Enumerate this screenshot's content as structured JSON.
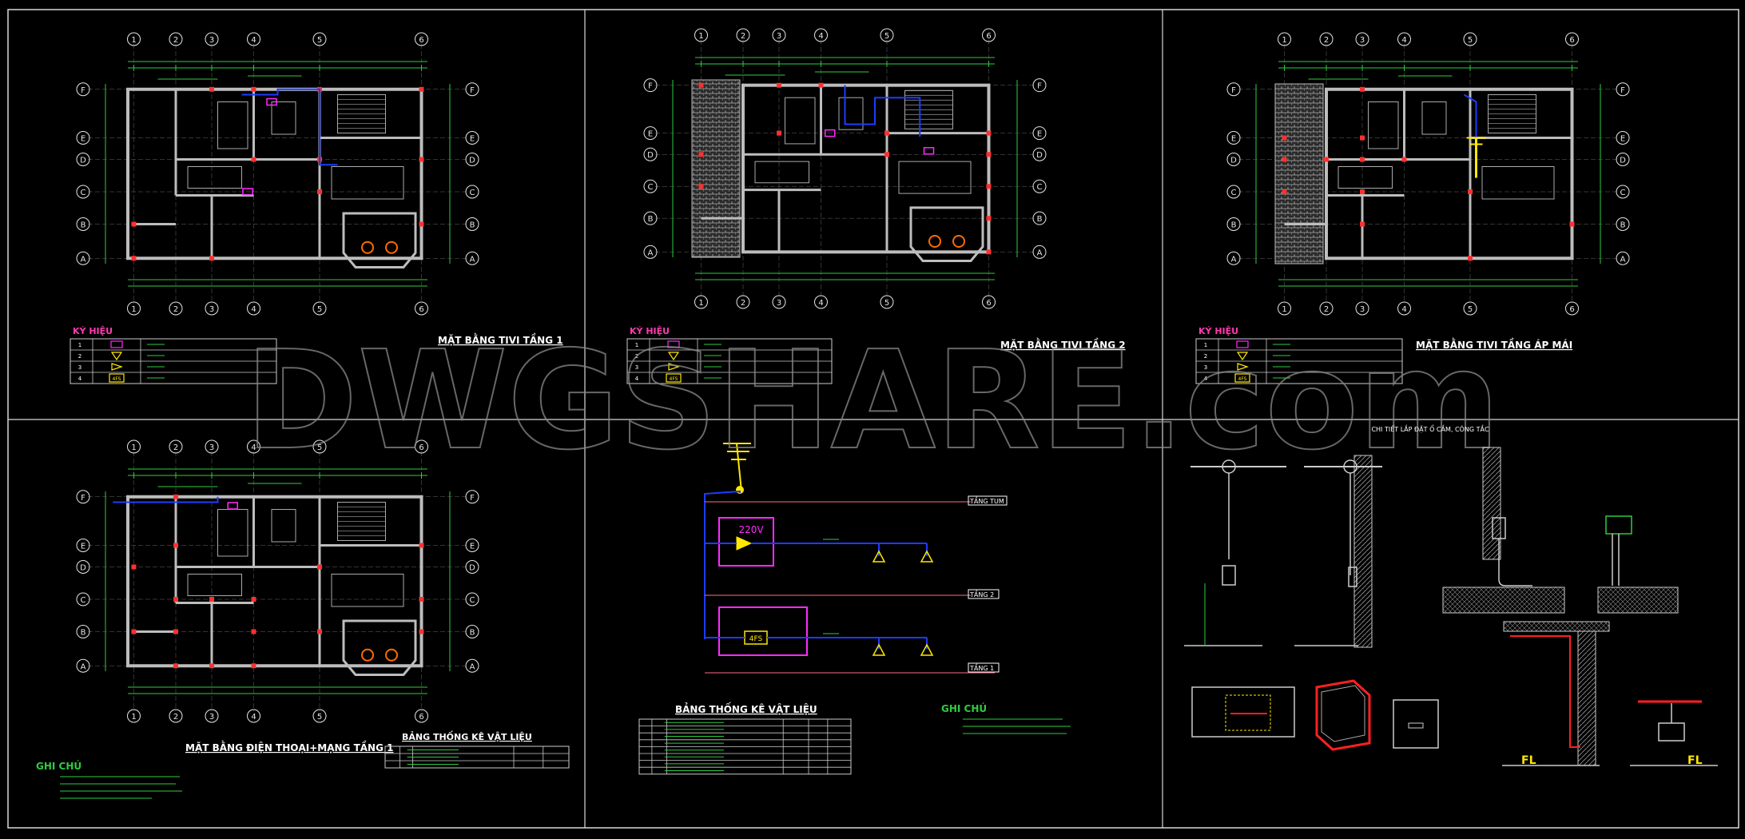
{
  "watermark": "DWGSHARE.com",
  "colors": {
    "background": "#000000",
    "frame": "#d9d9d9",
    "wall": "#bdbdbd",
    "grid": "#e6e6e6",
    "dimension": "#2ecc40",
    "title": "#ffffff",
    "legend_title": "#ff3ab0",
    "note_title": "#2ecc40",
    "cable": "#1e3cff",
    "tv_symbol": "#ff2bff",
    "antenna": "#ffe800",
    "level_line": "#ff6b8a",
    "detail_red": "#ff2020"
  },
  "grid_labels": {
    "columns": [
      "1",
      "2",
      "3",
      "4",
      "5",
      "6"
    ],
    "rows": [
      "F",
      "E",
      "D",
      "C",
      "B",
      "A"
    ]
  },
  "plans": {
    "tv_floor1": {
      "title": "MẶT BẰNG TIVI TẦNG 1"
    },
    "tv_floor2": {
      "title": "MẶT BẰNG TIVI TẦNG 2"
    },
    "tv_roof": {
      "title": "MẶT BẰNG TIVI TẦNG ÁP MÁI"
    },
    "phone_floor1": {
      "title": "MẶT BẰNG ĐIỆN THOẠI+MẠNG TẦNG 1"
    }
  },
  "legend": {
    "title": "KÝ HIỆU",
    "rows": [
      {
        "no": "1",
        "symbol": "tv-outlet"
      },
      {
        "no": "2",
        "symbol": "splitter"
      },
      {
        "no": "3",
        "symbol": "amplifier"
      },
      {
        "no": "4",
        "symbol": "4FS"
      }
    ]
  },
  "riser": {
    "levels": [
      "TẦNG TUM",
      "TẦNG 2",
      "TẦNG 1"
    ],
    "amp_label": "220V",
    "box_label": "4FS"
  },
  "materials_center": {
    "title": "BẢNG THỐNG KÊ VẬT LIỆU"
  },
  "materials_left": {
    "title": "BẢNG THỐNG KÊ VẬT LIỆU"
  },
  "notes": {
    "title": "GHI CHÚ"
  },
  "details": {
    "install_title": "CHI TIẾT LẮP ĐẶT Ổ CẮM, CÔNG TẮC",
    "fl_left": "FL",
    "fl_right": "FL"
  }
}
